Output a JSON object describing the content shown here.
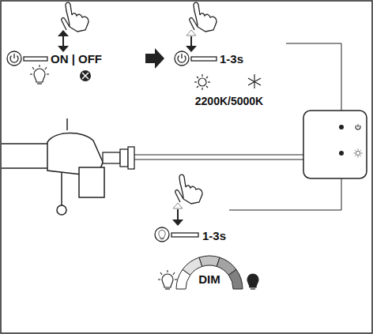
{
  "diagram": {
    "labels": [
      "ON | OFF",
      "1-3s",
      "2200K/5000K",
      "1-3s",
      "DIM"
    ]
  }
}
